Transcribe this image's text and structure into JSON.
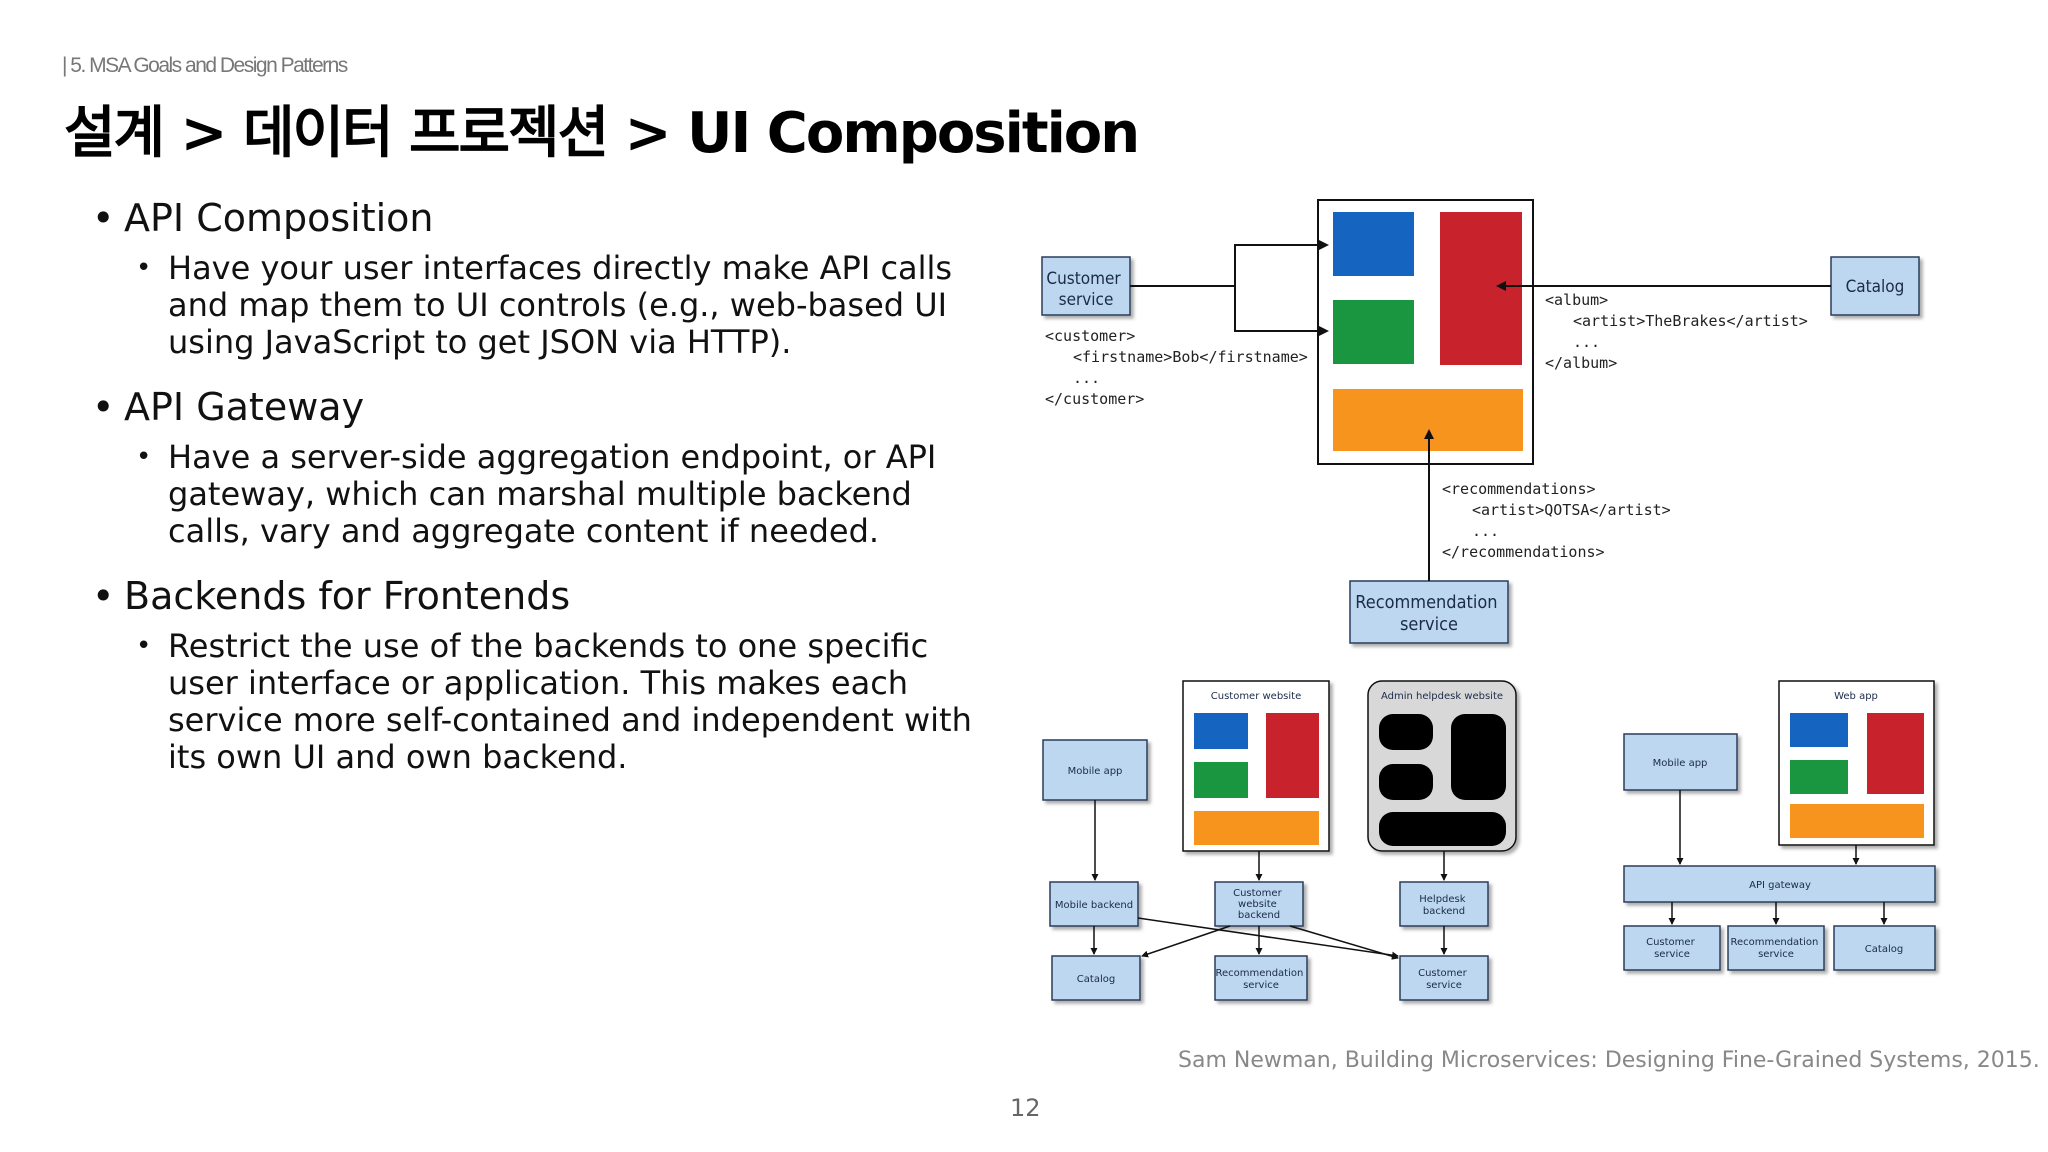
{
  "header": {
    "section": "| 5. MSA Goals and Design Patterns",
    "title": "설계 > 데이터 프로젝션 > UI Composition"
  },
  "bullets": [
    {
      "heading": "API Composition",
      "sub": "Have your user interfaces directly make  API calls and map them to UI controls (e.g., web-based UI using JavaScript to get JSON via HTTP)."
    },
    {
      "heading": "API Gateway",
      "sub": "Have a server-side aggregation endpoint, or API gateway, which can marshal multiple backend calls, vary and aggregate content if needed."
    },
    {
      "heading": "Backends for Frontends",
      "sub": "Restrict the use of the backends to one specific user interface or application.  This makes each service more self-contained and independent with its own UI and own backend."
    }
  ],
  "diagram_top": {
    "customer_service": [
      "Customer",
      "service"
    ],
    "catalog": "Catalog",
    "recommendation_service": [
      "Recommendation",
      "service"
    ],
    "customer_xml": [
      "<customer>",
      "<firstname>Bob</firstname>",
      "...",
      "</customer>"
    ],
    "album_xml": [
      "<album>",
      "<artist>TheBrakes</artist>",
      "...",
      "</album>"
    ],
    "recommendations_xml": [
      "<recommendations>",
      "<artist>QOTSA</artist>",
      "...",
      "</recommendations>"
    ]
  },
  "diagram_bff": {
    "customer_website": "Customer website",
    "admin_helpdesk_website": "Admin helpdesk website",
    "mobile_app": "Mobile app",
    "mobile_backend": "Mobile backend",
    "customer_website_backend": [
      "Customer",
      "website",
      "backend"
    ],
    "helpdesk_backend": [
      "Helpdesk",
      "backend"
    ],
    "catalog": "Catalog",
    "recommendation_service": [
      "Recommendation",
      "service"
    ],
    "customer_service": [
      "Customer",
      "service"
    ]
  },
  "diagram_gateway": {
    "web_app": "Web app",
    "mobile_app": "Mobile app",
    "api_gateway": "API gateway",
    "customer_service": [
      "Customer",
      "service"
    ],
    "recommendation_service": [
      "Recommendation",
      "service"
    ],
    "catalog": "Catalog"
  },
  "colors": {
    "blue": "#1565c0",
    "green": "#1a9641",
    "red": "#c8222c",
    "orange": "#f7941d",
    "box_fill": "#bcd7ef"
  },
  "footer": {
    "caption": "Sam Newman, Building Microservices: Designing Fine-Grained Systems, 2015.",
    "page": "12"
  }
}
